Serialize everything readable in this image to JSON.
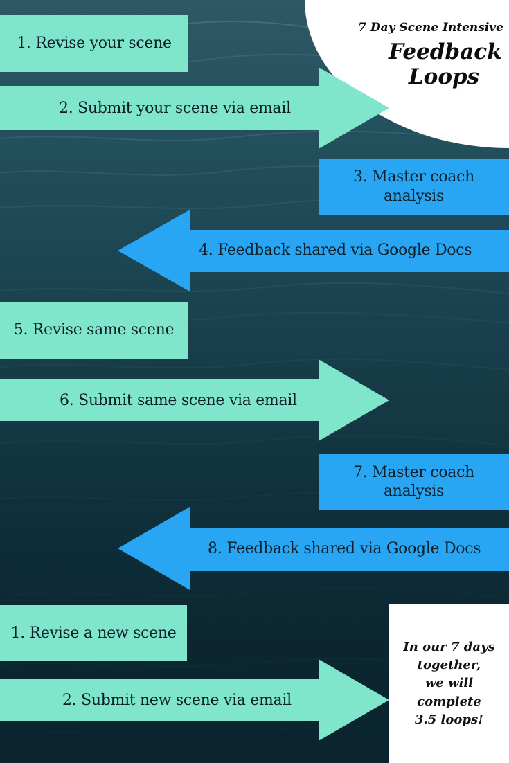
{
  "header": {
    "subtitle": "7 Day Scene Intensive",
    "title_line1": "Feedback",
    "title_line2": "Loops"
  },
  "steps": [
    {
      "label": "1. Revise your scene",
      "kind": "box",
      "color": "#80e6cb"
    },
    {
      "label": "2. Submit your scene via email",
      "kind": "arrow-right",
      "color": "#80e6cb"
    },
    {
      "label_line1": "3. Master coach",
      "label_line2": "analysis",
      "kind": "box",
      "color": "#29a6f3"
    },
    {
      "label": "4. Feedback shared via Google Docs",
      "kind": "arrow-left",
      "color": "#29a6f3"
    },
    {
      "label": "5. Revise same scene",
      "kind": "box",
      "color": "#80e6cb"
    },
    {
      "label": "6. Submit same scene via email",
      "kind": "arrow-right",
      "color": "#80e6cb"
    },
    {
      "label_line1": "7. Master coach",
      "label_line2": "analysis",
      "kind": "box",
      "color": "#29a6f3"
    },
    {
      "label": "8. Feedback shared via Google Docs",
      "kind": "arrow-left",
      "color": "#29a6f3"
    },
    {
      "label": "1. Revise a new scene",
      "kind": "box",
      "color": "#80e6cb"
    },
    {
      "label": "2. Submit new scene via email",
      "kind": "arrow-right",
      "color": "#80e6cb"
    }
  ],
  "note": {
    "line1": "In our 7 days",
    "line2": "together,",
    "line3": "we will",
    "line4": "complete",
    "line5": "3.5 loops!"
  },
  "colors": {
    "mint": "#80e6cb",
    "blue": "#29a6f3",
    "background": "#153a46"
  }
}
